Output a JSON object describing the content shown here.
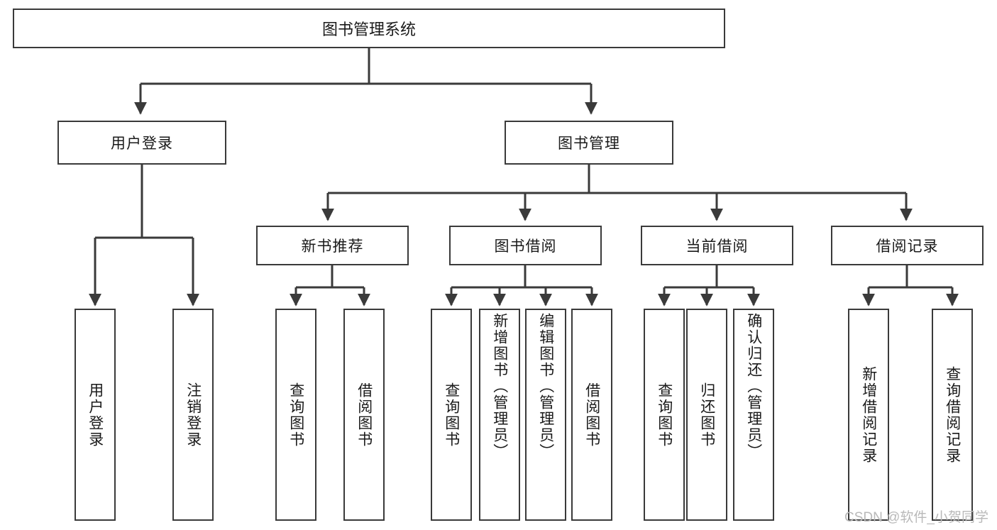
{
  "diagram": {
    "title": "图书管理系统",
    "type": "tree-hierarchy",
    "root": {
      "label": "图书管理系统"
    },
    "level2": [
      {
        "label": "用户登录"
      },
      {
        "label": "图书管理"
      }
    ],
    "level3": [
      {
        "label": "新书推荐"
      },
      {
        "label": "图书借阅"
      },
      {
        "label": "当前借阅"
      },
      {
        "label": "借阅记录"
      }
    ],
    "leaves": [
      {
        "label": "用户登录",
        "parent": "用户登录"
      },
      {
        "label": "注销登录",
        "parent": "用户登录"
      },
      {
        "label": "查询图书",
        "parent": "新书推荐"
      },
      {
        "label": "借阅图书",
        "parent": "新书推荐"
      },
      {
        "label": "查询图书",
        "parent": "图书借阅"
      },
      {
        "label": "新增图书（管理员）",
        "parent": "图书借阅"
      },
      {
        "label": "编辑图书（管理员）",
        "parent": "图书借阅"
      },
      {
        "label": "借阅图书",
        "parent": "图书借阅"
      },
      {
        "label": "查询图书",
        "parent": "当前借阅"
      },
      {
        "label": "归还图书",
        "parent": "当前借阅"
      },
      {
        "label": "确认归还（管理员）",
        "parent": "当前借阅"
      },
      {
        "label": "新增借阅记录",
        "parent": "借阅记录"
      },
      {
        "label": "查询借阅记录",
        "parent": "借阅记录"
      }
    ],
    "colors": {
      "box_border": "#3a3a3a",
      "box_fill": "#ffffff",
      "text": "#1a1a1a",
      "edge": "#3a3a3a",
      "watermark": "#b9b9b9"
    }
  },
  "watermark": {
    "text": "CSDN @软件_小贺同学"
  }
}
